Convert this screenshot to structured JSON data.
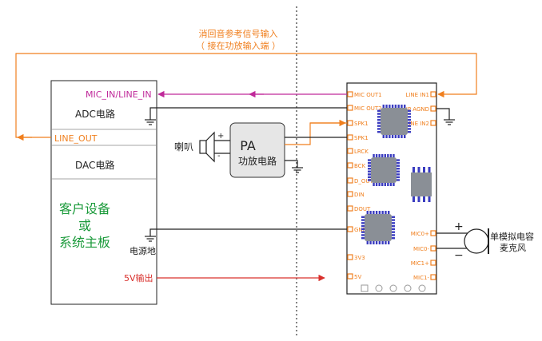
{
  "colors": {
    "orange": "#f07f1e",
    "magenta": "#c0299a",
    "red": "#d9302c",
    "green": "#1a9a3a",
    "dark": "#222222",
    "module_border": "#222222",
    "chip": "#8a8f96",
    "chip_pin": "#3a3cc0"
  },
  "top_note": {
    "line1": "消回音参考信号输入",
    "line2": "（ 接在功放输入端 ）"
  },
  "customer_board": {
    "mic_in_label": "MIC_IN/LINE_IN",
    "adc_label": "ADC电路",
    "line_out_label": "LINE_OUT",
    "dac_label": "DAC电路",
    "title_line1": "客户设备",
    "title_line2": "或",
    "title_line3": "系统主板",
    "ground_label": "电源地",
    "power_label": "5V输出"
  },
  "speaker": {
    "label": "喇叭",
    "plus": "+",
    "minus": "-"
  },
  "amplifier": {
    "title": "PA",
    "subtitle": "功放电路"
  },
  "module": {
    "left_pins": [
      "MIC OUT1",
      "MIC OUT2",
      "SPK1",
      "SPK1",
      "LRCK",
      "BCK",
      "D_OUT",
      "DIN",
      "DOUT",
      "GND",
      "3V3",
      "5V"
    ],
    "right_pins": [
      "LINE IN1",
      "HP AGND",
      "LINE IN2",
      "MIC0+",
      "MIC0-",
      "MIC1+",
      "MIC1-"
    ]
  },
  "microphone": {
    "line1": "单模拟电容",
    "line2": "麦克风",
    "plus": "+",
    "minus": "−"
  }
}
